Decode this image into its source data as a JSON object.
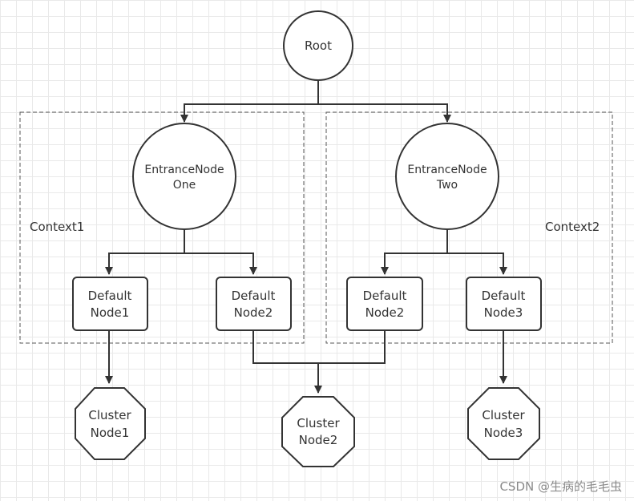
{
  "nodes": {
    "root": {
      "label": "Root"
    },
    "entrance_one": {
      "line1": "EntranceNode",
      "line2": "One"
    },
    "entrance_two": {
      "line1": "EntranceNode",
      "line2": "Two"
    },
    "default_node1": {
      "line1": "Default",
      "line2": "Node1"
    },
    "default_node2_left": {
      "line1": "Default",
      "line2": "Node2"
    },
    "default_node2_right": {
      "line1": "Default",
      "line2": "Node2"
    },
    "default_node3": {
      "line1": "Default",
      "line2": "Node3"
    },
    "cluster_node1": {
      "line1": "Cluster",
      "line2": "Node1"
    },
    "cluster_node2": {
      "line1": "Cluster",
      "line2": "Node2"
    },
    "cluster_node3": {
      "line1": "Cluster",
      "line2": "Node3"
    }
  },
  "contexts": {
    "context1": {
      "label": "Context1"
    },
    "context2": {
      "label": "Context2"
    }
  },
  "watermark": "CSDN @生病的毛毛虫"
}
